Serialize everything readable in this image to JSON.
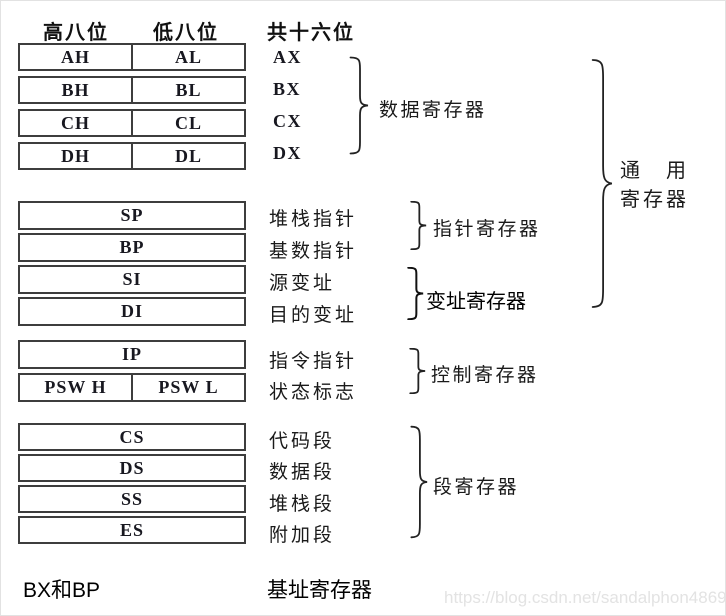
{
  "headers": {
    "high": "高八位",
    "low": "低八位",
    "word": "共十六位"
  },
  "data_registers": {
    "rows": [
      {
        "high": "AH",
        "low": "AL",
        "word": "AX"
      },
      {
        "high": "BH",
        "low": "BL",
        "word": "BX"
      },
      {
        "high": "CH",
        "low": "CL",
        "word": "CX"
      },
      {
        "high": "DH",
        "low": "DL",
        "word": "DX"
      }
    ],
    "brace_label": "数据寄存器"
  },
  "pointer_index_registers": {
    "rows": [
      {
        "name": "SP",
        "desc": "堆栈指针"
      },
      {
        "name": "BP",
        "desc": "基数指针"
      },
      {
        "name": "SI",
        "desc": "源变址"
      },
      {
        "name": "DI",
        "desc": "目的变址"
      }
    ],
    "pointer_brace_label": "指针寄存器",
    "index_brace_label": "变址寄存器"
  },
  "control_registers": {
    "ip": {
      "name": "IP",
      "desc": "指令指针"
    },
    "psw": {
      "high": "PSW H",
      "low": "PSW L",
      "desc": "状态标志"
    },
    "brace_label": "控制寄存器"
  },
  "segment_registers": {
    "rows": [
      {
        "name": "CS",
        "desc": "代码段"
      },
      {
        "name": "DS",
        "desc": "数据段"
      },
      {
        "name": "SS",
        "desc": "堆栈段"
      },
      {
        "name": "ES",
        "desc": "附加段"
      }
    ],
    "brace_label": "段寄存器"
  },
  "general_registers": {
    "label_line1": "通　用",
    "label_line2": "寄存器"
  },
  "footer": {
    "note_left": "BX和BP",
    "note_right": "基址寄存器"
  },
  "watermark": "https://blog.csdn.net/sandalphon4869",
  "colors": {
    "border": "#3d3d3d",
    "text": "#1a1a1a",
    "watermark": "#e3e3e3"
  }
}
